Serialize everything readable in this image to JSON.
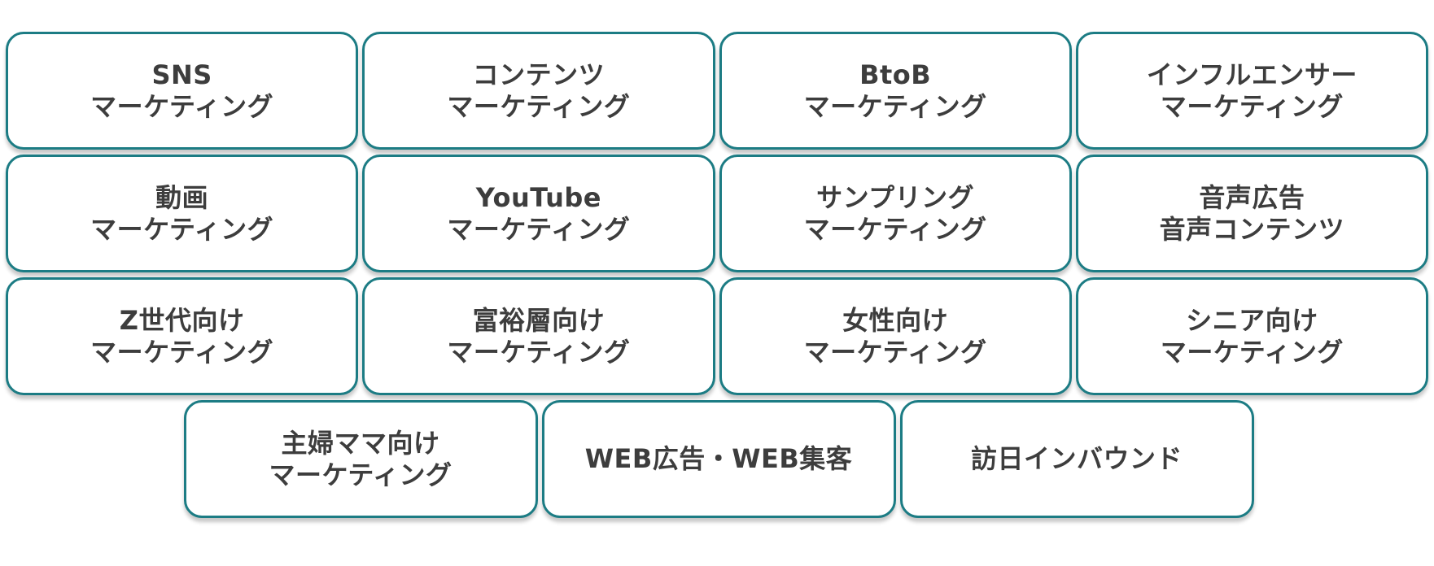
{
  "cards": [
    {
      "line1": "SNS",
      "line2": "マーケティング"
    },
    {
      "line1": "コンテンツ",
      "line2": "マーケティング"
    },
    {
      "line1": "BtoB",
      "line2": "マーケティング"
    },
    {
      "line1": "インフルエンサー",
      "line2": "マーケティング"
    },
    {
      "line1": "動画",
      "line2": "マーケティング"
    },
    {
      "line1": "YouTube",
      "line2": "マーケティング"
    },
    {
      "line1": "サンプリング",
      "line2": "マーケティング"
    },
    {
      "line1": "音声広告",
      "line2": "音声コンテンツ"
    },
    {
      "line1": "Z世代向け",
      "line2": "マーケティング"
    },
    {
      "line1": "富裕層向け",
      "line2": "マーケティング"
    },
    {
      "line1": "女性向け",
      "line2": "マーケティング"
    },
    {
      "line1": "シニア向け",
      "line2": "マーケティング"
    },
    {
      "line1": "主婦ママ向け",
      "line2": "マーケティング"
    },
    {
      "line1": "WEB広告・WEB集客"
    },
    {
      "line1": "訪日インバウンド"
    }
  ],
  "colors": {
    "border": "#1c7c84",
    "text": "#3d3d3d",
    "background": "#ffffff"
  }
}
